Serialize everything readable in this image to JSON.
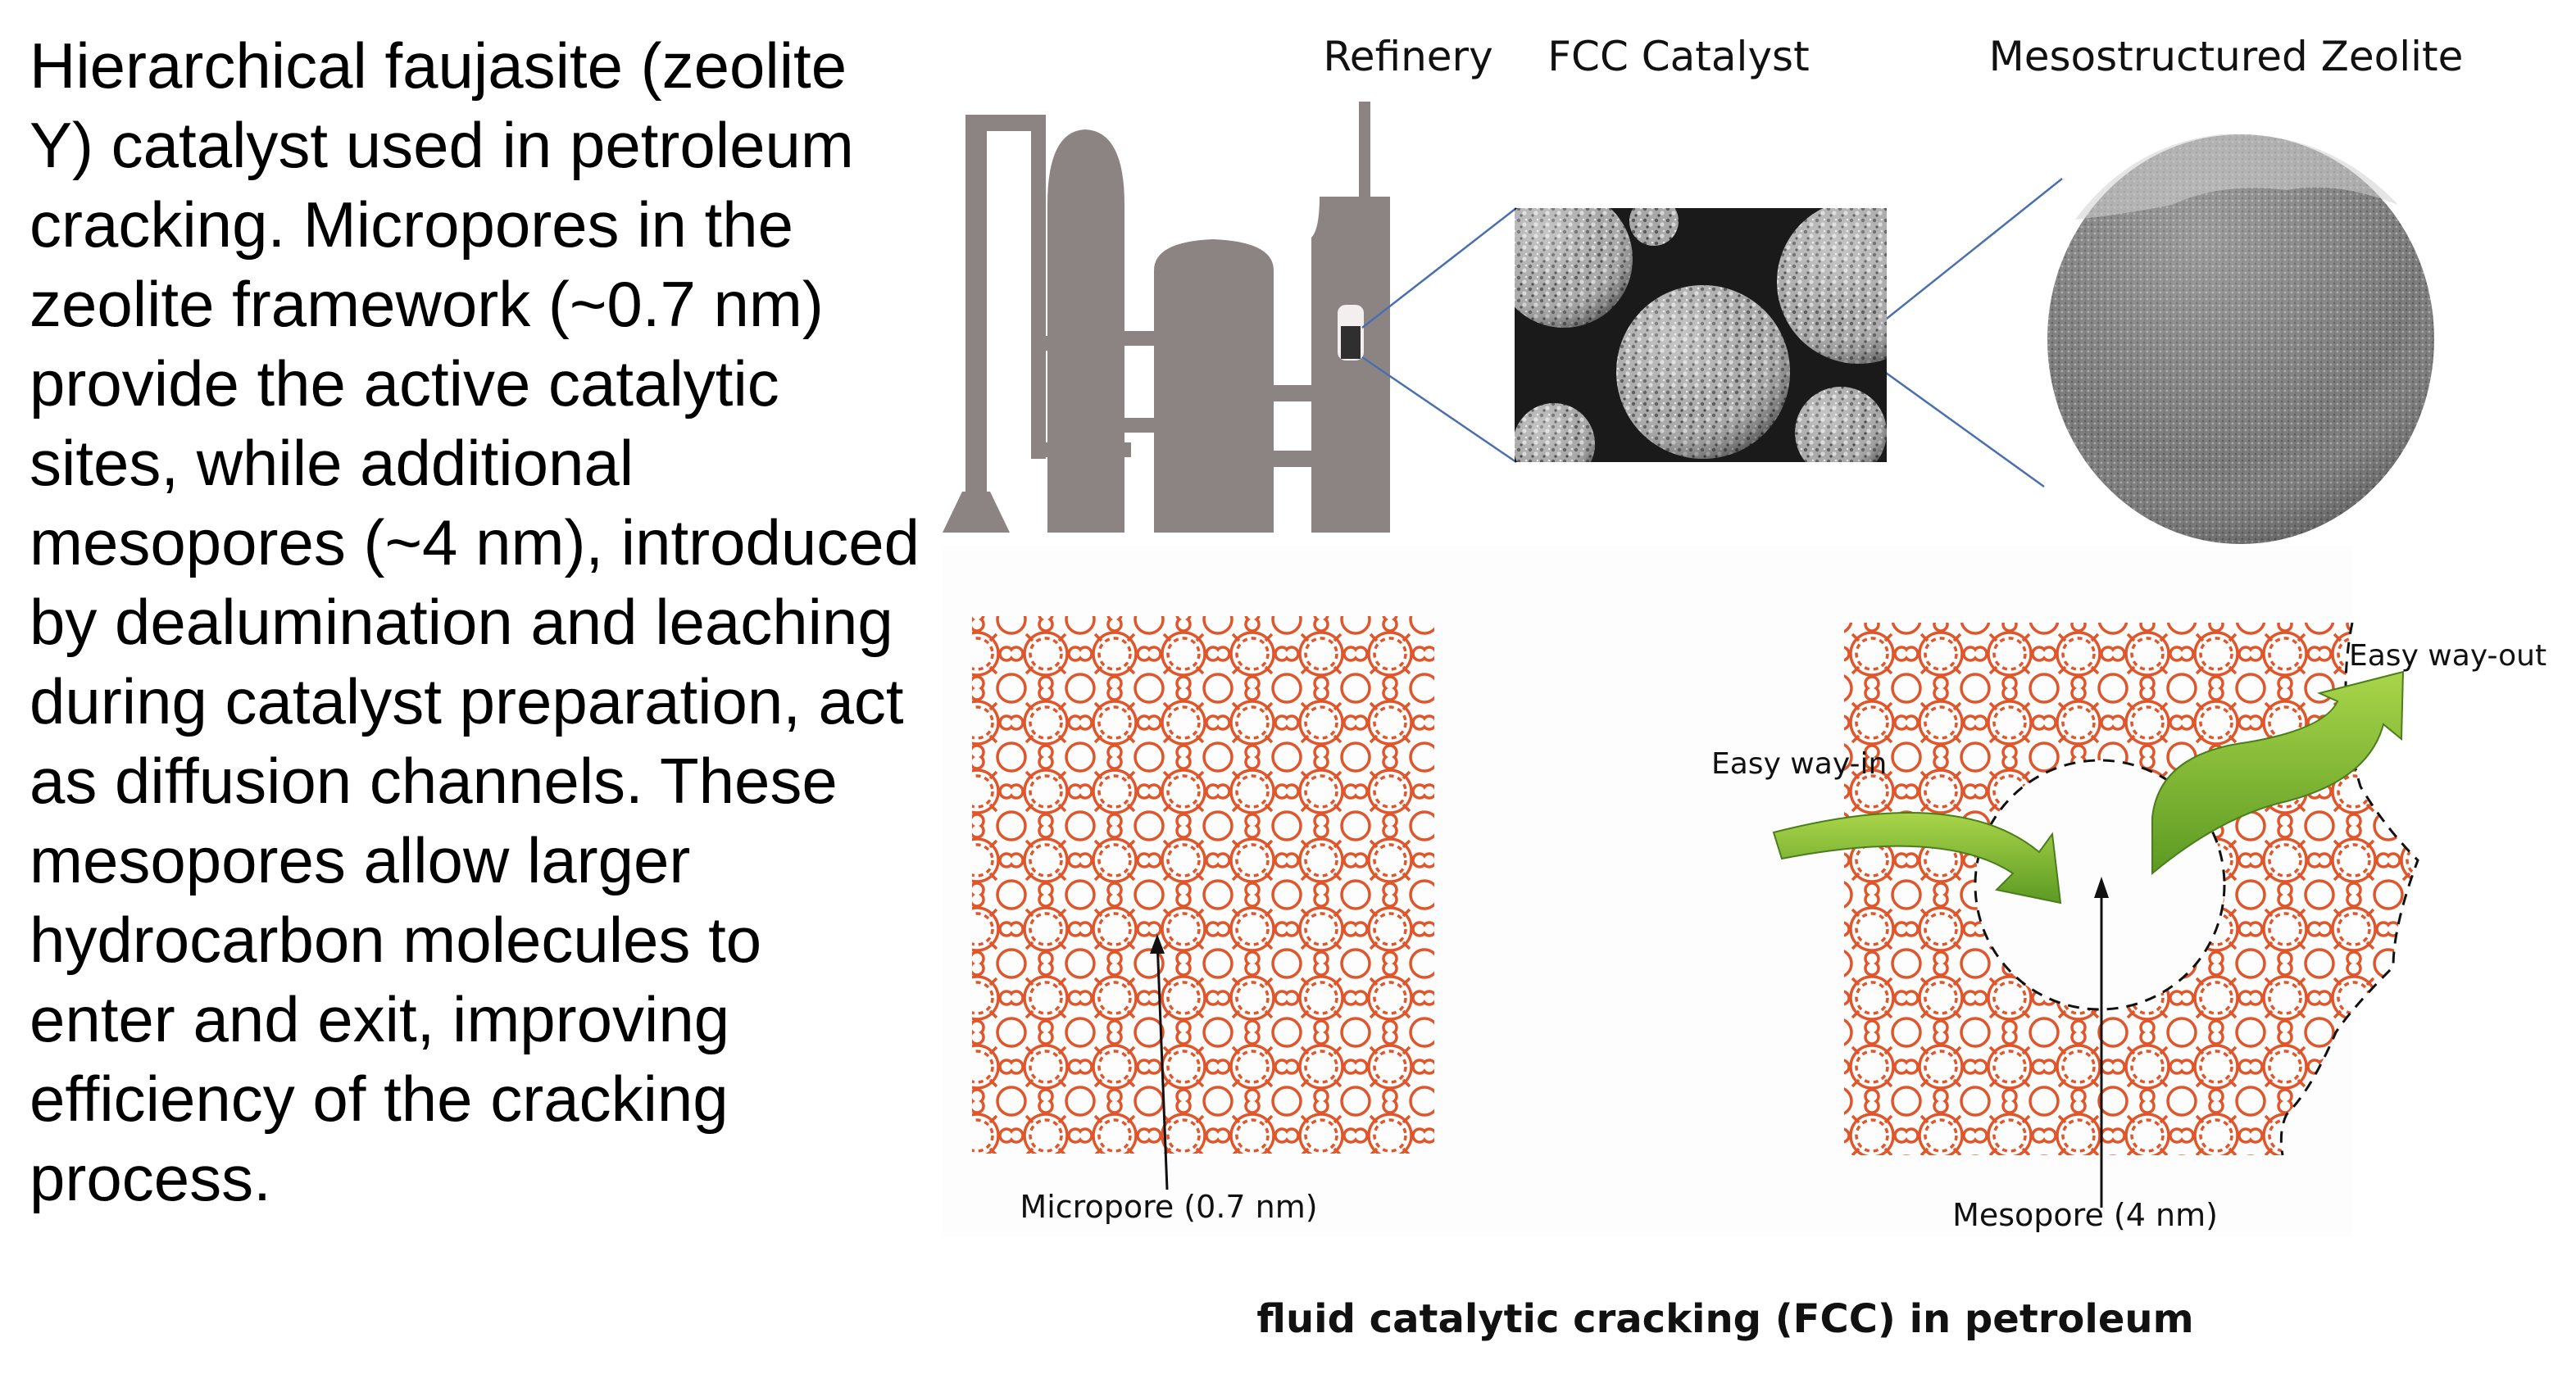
{
  "description": "Hierarchical faujasite (zeolite Y) catalyst used in petroleum cracking. Micropores in the zeolite framework (~0.7 nm) provide the active catalytic sites, while additional mesopores (~4 nm), introduced by dealumination and leaching during catalyst preparation, act as diffusion channels. These mesopores allow larger hydrocarbon molecules to enter and exit, improving efficiency of the cracking process.",
  "figure": {
    "panel_titles": {
      "refinery": "Refinery",
      "fcc_catalyst": "FCC Catalyst",
      "mesostructured_zeolite": "Mesostructured Zeolite"
    },
    "micropore_label": "Micropore (0.7 nm)",
    "mesopore_label": "Mesopore (4 nm)",
    "easy_way_in": "Easy way-in",
    "easy_way_out": "Easy way-out",
    "colors": {
      "refinery_gray": "#8c8482",
      "framework_orange": "#e0552a",
      "arrow_green": "#7fba2f",
      "zoom_line_blue": "#4a6fb0"
    }
  },
  "caption": "fluid catalytic cracking (FCC) in petroleum"
}
